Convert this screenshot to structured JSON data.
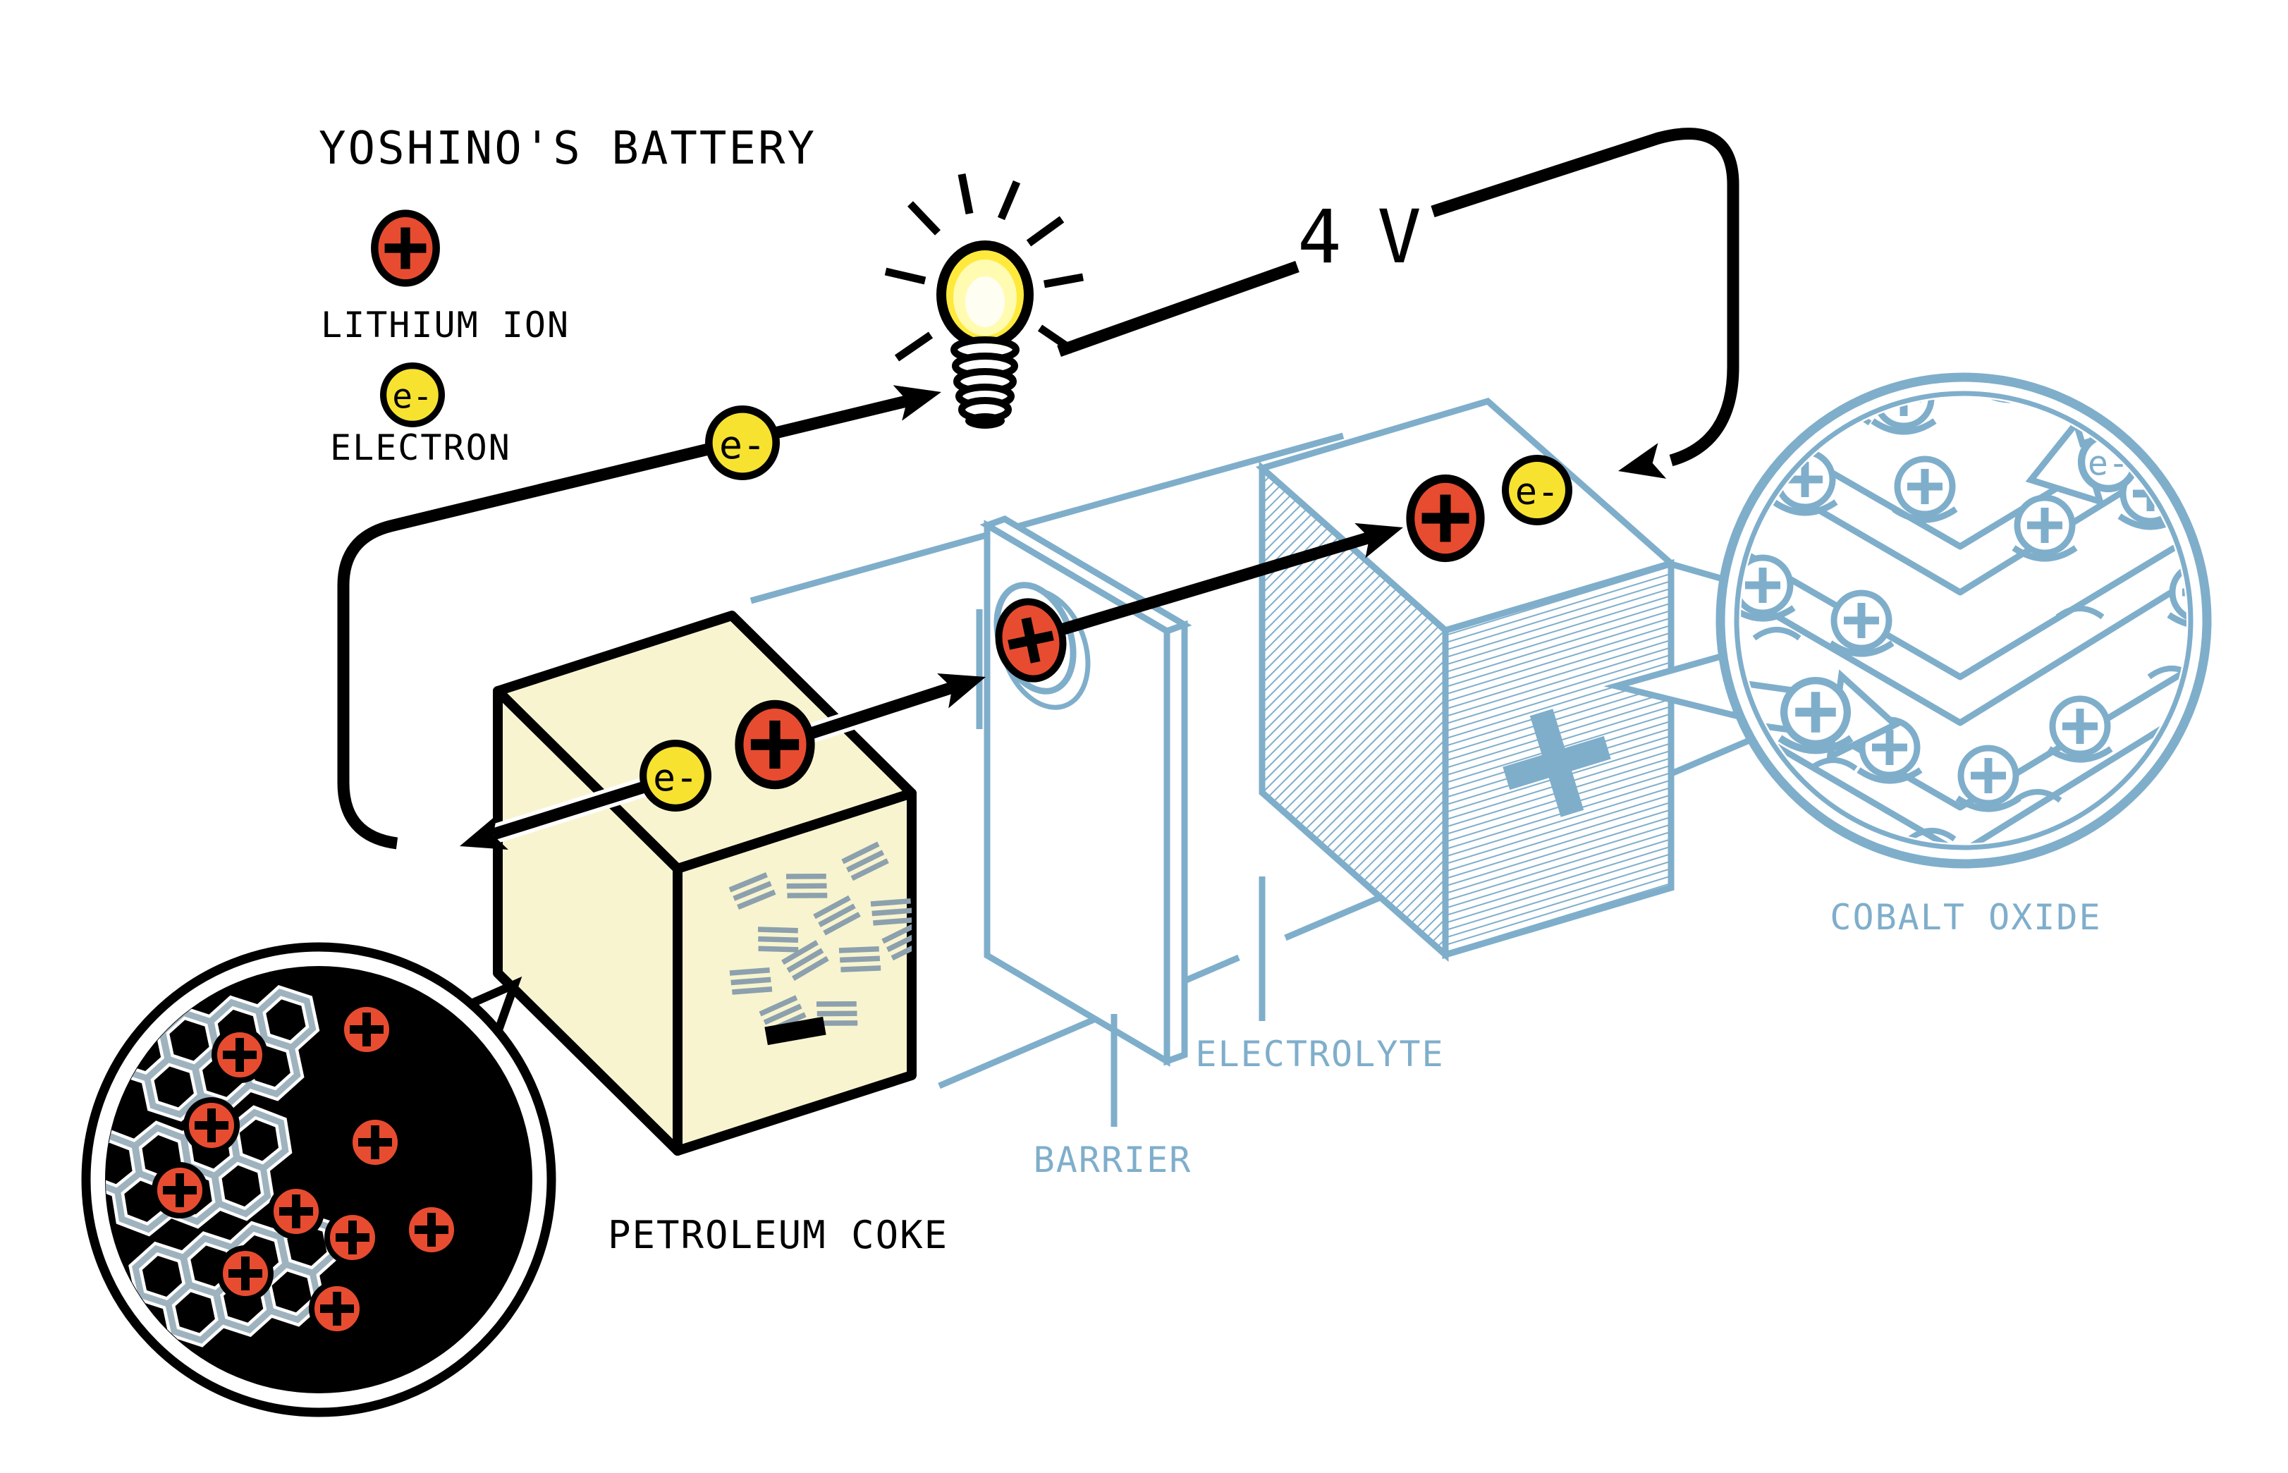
{
  "title": "YOSHINO'S BATTERY",
  "circuit": {
    "voltage_label": "4 V",
    "bulb_icon": "light-bulb-glowing",
    "wire_color": "#000000"
  },
  "legend": {
    "lithium_ion": {
      "symbol": "+",
      "label": "LITHIUM ION",
      "color": "#E74C30"
    },
    "electron": {
      "symbol": "e-",
      "label": "ELECTRON",
      "color": "#F7E230"
    }
  },
  "labels": {
    "negative_electrode": "PETROLEUM COKE",
    "barrier": "BARRIER",
    "electrolyte": "ELECTROLYTE",
    "positive_electrode": "COBALT OXIDE"
  },
  "symbols": {
    "plus": "+",
    "minus": "−",
    "electron": "e-"
  },
  "colors": {
    "ion_red": "#E74C30",
    "electron_yellow": "#F7E230",
    "diagram_blue": "#7FAECB",
    "coke_cream": "#F8F4CF",
    "coke_dash_gray": "#8CA0AD",
    "graphite_gray": "#9FB3BF",
    "bulb_yellow": "#FFE93C",
    "black": "#000000"
  }
}
